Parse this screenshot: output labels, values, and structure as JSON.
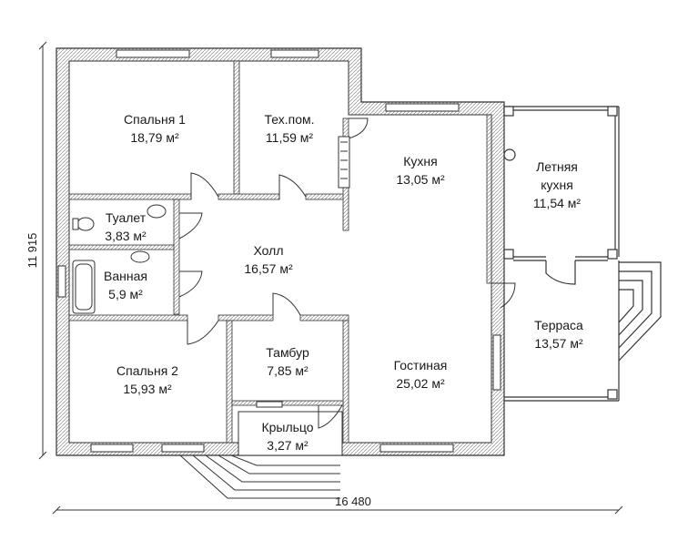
{
  "plan": {
    "overall_width": "16 480",
    "overall_height": "11 915",
    "area_unit": "м²",
    "wall_color": "#c8c8c8",
    "window_color": "#ffffff",
    "rooms": [
      {
        "name": "Спальня 1",
        "area": "18,79 м²"
      },
      {
        "name": "Тех.пом.",
        "area": "11,59 м²"
      },
      {
        "name": "Кухня",
        "area": "13,05 м²"
      },
      {
        "name": "Летняя",
        "name2": "кухня",
        "area": "11,54 м²"
      },
      {
        "name": "Туалет",
        "area": "3,83 м²"
      },
      {
        "name": "Ванная",
        "area": "5,9 м²"
      },
      {
        "name": "Холл",
        "area": "16,57 м²"
      },
      {
        "name": "Терраса",
        "area": "13,57 м²"
      },
      {
        "name": "Тамбур",
        "area": "7,85 м²"
      },
      {
        "name": "Гостиная",
        "area": "25,02 м²"
      },
      {
        "name": "Спальня 2",
        "area": "15,93 м²"
      },
      {
        "name": "Крыльцо",
        "area": "3,27 м²"
      }
    ]
  }
}
